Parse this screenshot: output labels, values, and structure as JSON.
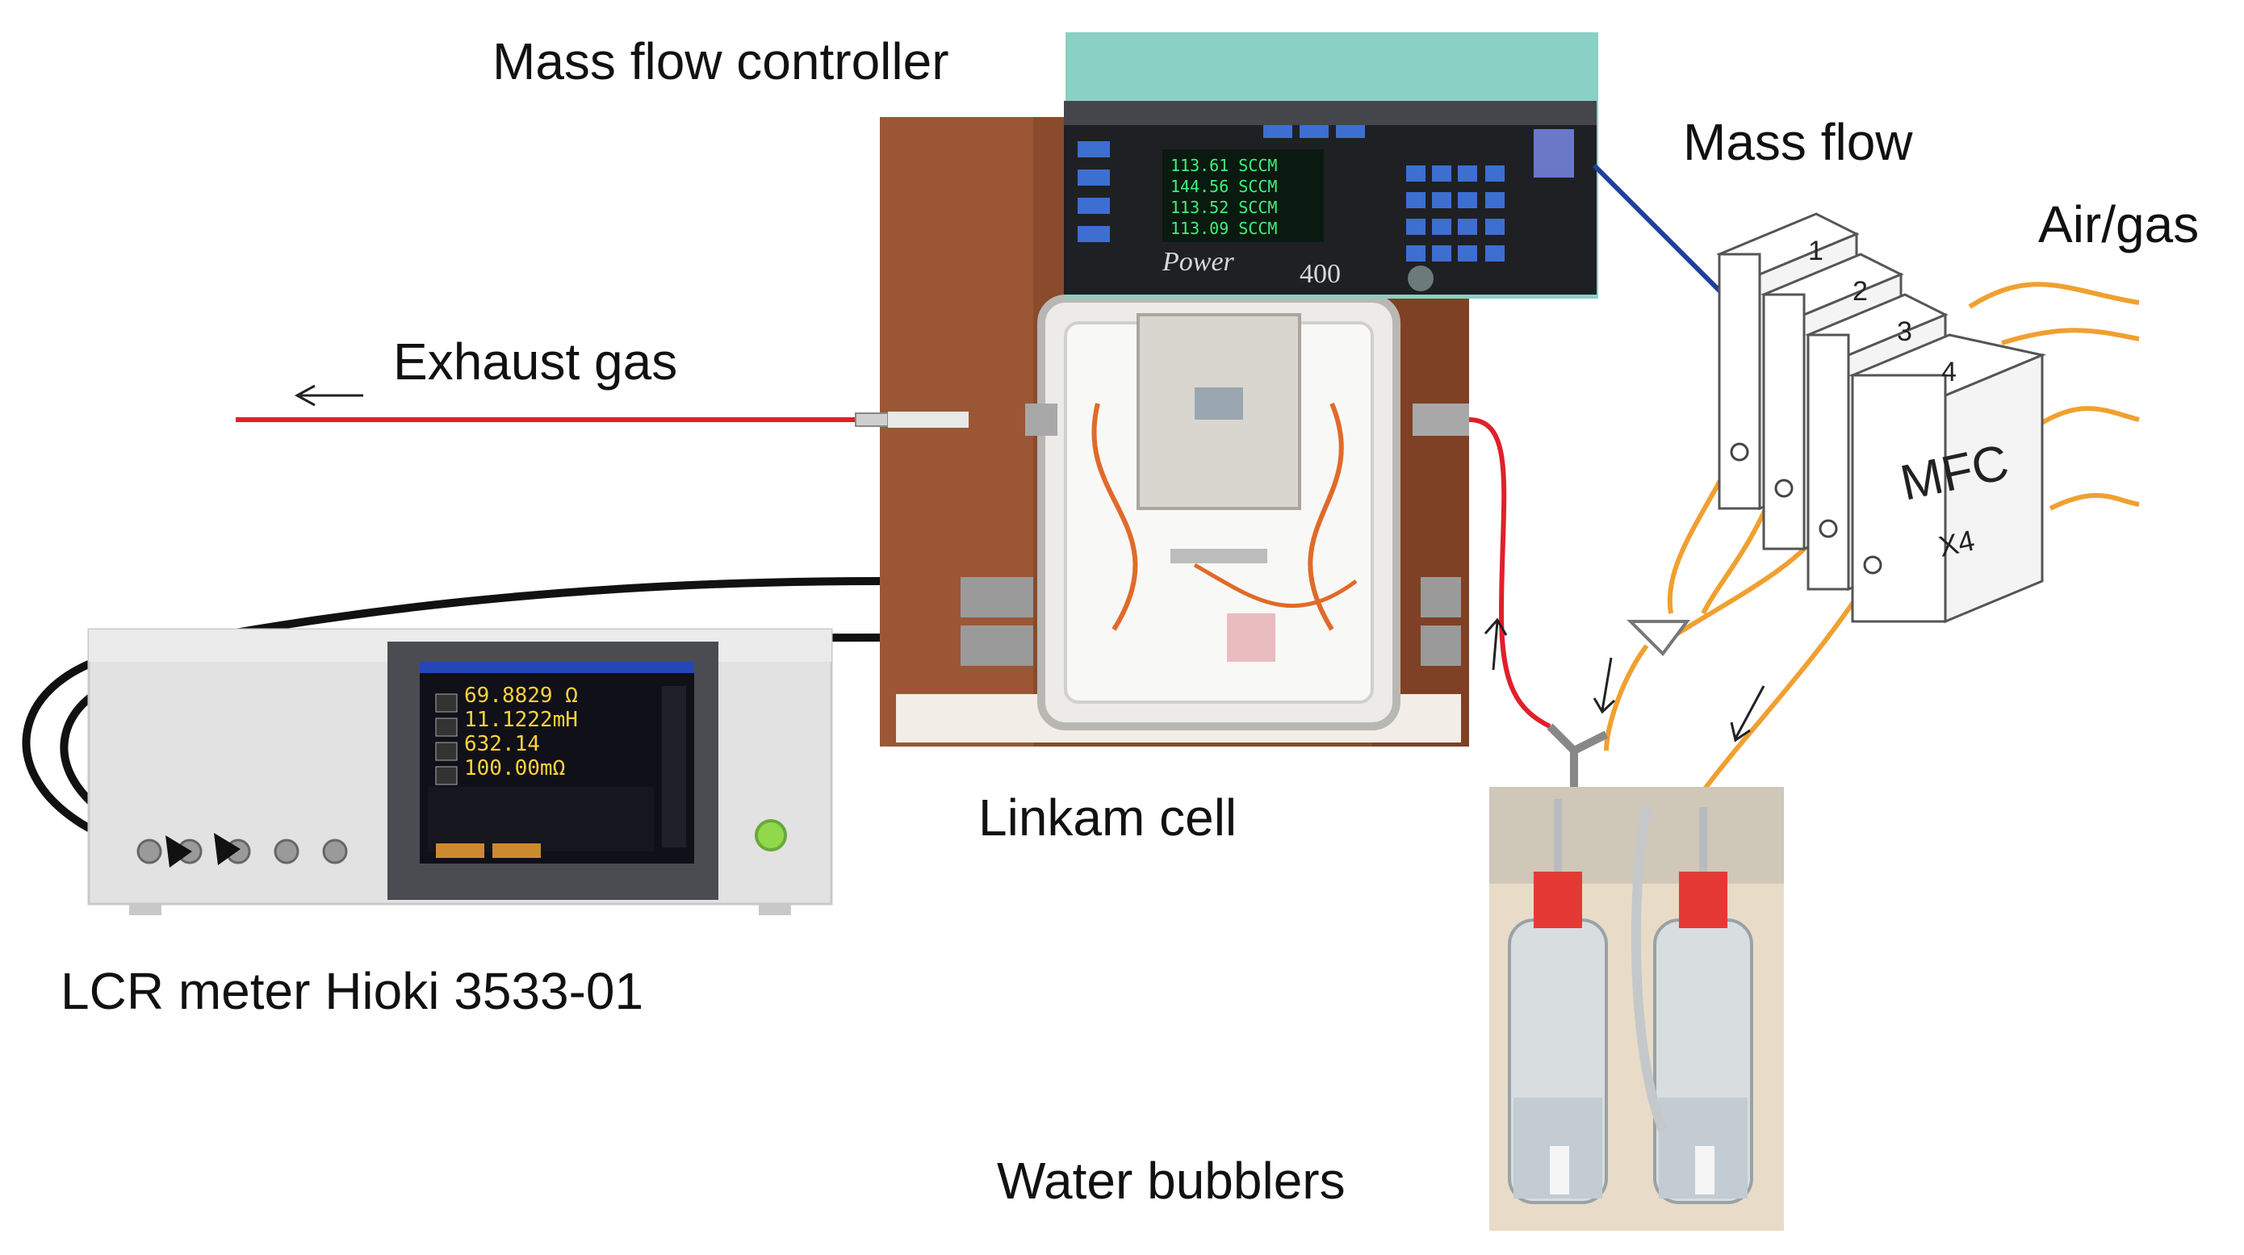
{
  "labels": {
    "mass_flow_controller": "Mass flow controller",
    "mass_flow": "Mass flow",
    "air_gas": "Air/gas",
    "exhaust_gas": "Exhaust gas",
    "linkam_cell": "Linkam cell",
    "lcr_meter": "LCR meter Hioki 3533-01",
    "water_bubblers": "Water bubblers"
  },
  "mfc_block": {
    "numbers": [
      "1",
      "2",
      "3",
      "4"
    ],
    "title": "MFC",
    "multiplier": "X4"
  },
  "controller_device": {
    "brand": "Power",
    "model_suffix": "400",
    "display_lines": [
      "113.61 SCCM",
      "144.56 SCCM",
      "113.52 SCCM",
      "113.09 SCCM"
    ]
  },
  "lcr_device": {
    "display_lines": [
      "69.8829 Ω",
      "11.1222mH",
      "632.14",
      "100.00mΩ"
    ]
  },
  "colors": {
    "exhaust_line": "#e0202a",
    "air_tube": "#f0a030",
    "blue_cable": "#1f3f9a",
    "black_cable": "#111111",
    "wood": "#8a4a2c"
  }
}
